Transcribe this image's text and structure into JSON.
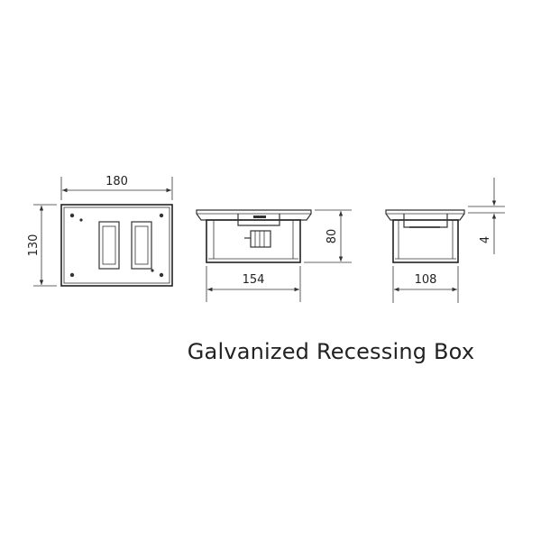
{
  "title": "Galvanized Recessing Box",
  "dimensions": {
    "top_width": "180",
    "top_height": "130",
    "side_width": "154",
    "side_height": "80",
    "end_width": "108",
    "lip_thickness": "4"
  }
}
